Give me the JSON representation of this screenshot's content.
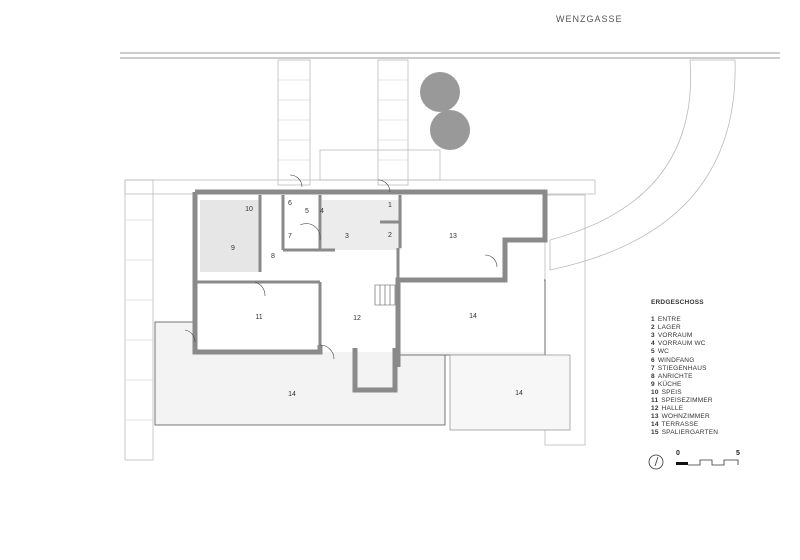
{
  "street_name": "WENZGASSE",
  "plan_title": "ERDGESCHOSS",
  "rooms": [
    {
      "num": "1",
      "name": "ENTRE"
    },
    {
      "num": "2",
      "name": "LAGER"
    },
    {
      "num": "3",
      "name": "VORRAUM"
    },
    {
      "num": "4",
      "name": "VORRAUM WC"
    },
    {
      "num": "5",
      "name": "WC"
    },
    {
      "num": "6",
      "name": "WINDFANG"
    },
    {
      "num": "7",
      "name": "STIEGENHAUS"
    },
    {
      "num": "8",
      "name": "ANRICHTE"
    },
    {
      "num": "9",
      "name": "KÜCHE"
    },
    {
      "num": "10",
      "name": "SPEIS"
    },
    {
      "num": "11",
      "name": "SPEISEZIMMER"
    },
    {
      "num": "12",
      "name": "HALLE"
    },
    {
      "num": "13",
      "name": "WOHNZIMMER"
    },
    {
      "num": "14",
      "name": "TERRASSE"
    },
    {
      "num": "15",
      "name": "SPALIERGARTEN"
    }
  ],
  "plan_labels": [
    "1",
    "2",
    "3",
    "4",
    "5",
    "6",
    "7",
    "8",
    "9",
    "10",
    "11",
    "12",
    "13",
    "14",
    "14",
    "14"
  ],
  "scale_bar": {
    "start": "0",
    "end": "5"
  },
  "colors": {
    "wall": "#8a8a8a",
    "line": "#444444",
    "stone": "#bbbbbb",
    "tree": "#666666"
  }
}
